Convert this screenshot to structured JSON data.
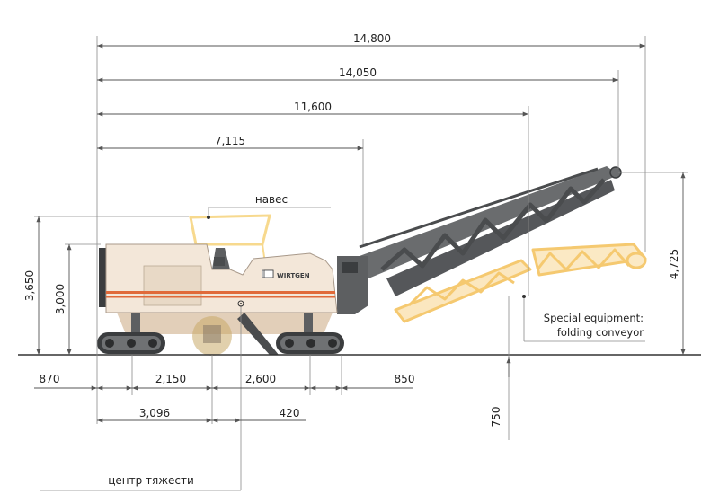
{
  "dimensions": {
    "total_length": "14,800",
    "conveyor_tip_length": "14,050",
    "conveyor_end_length": "11,600",
    "conveyor_start_length": "7,115",
    "height_canopy": "3,650",
    "height_cab": "3,000",
    "height_conveyor": "4,725",
    "ground_clearance": "750",
    "front_overhang": "870",
    "front_to_drum": "2,150",
    "drum_to_rear_track": "2,600",
    "rear_overhang": "850",
    "front_to_cog": "3,096",
    "cog_offset": "420"
  },
  "labels": {
    "canopy": "навес",
    "center_of_gravity": "центр тяжести",
    "special_equipment_line1": "Special equipment:",
    "special_equipment_line2": "folding conveyor",
    "brand": "WIRTGEN"
  },
  "colors": {
    "body": "#f3e7d9",
    "body_dark": "#e2cfb9",
    "stripe": "#e06a3a",
    "machine_gray": "#5d5f61",
    "machine_dark": "#3b3d3f",
    "folded_conveyor": "#f5c970",
    "canopy_ghost": "#f7d98e"
  }
}
